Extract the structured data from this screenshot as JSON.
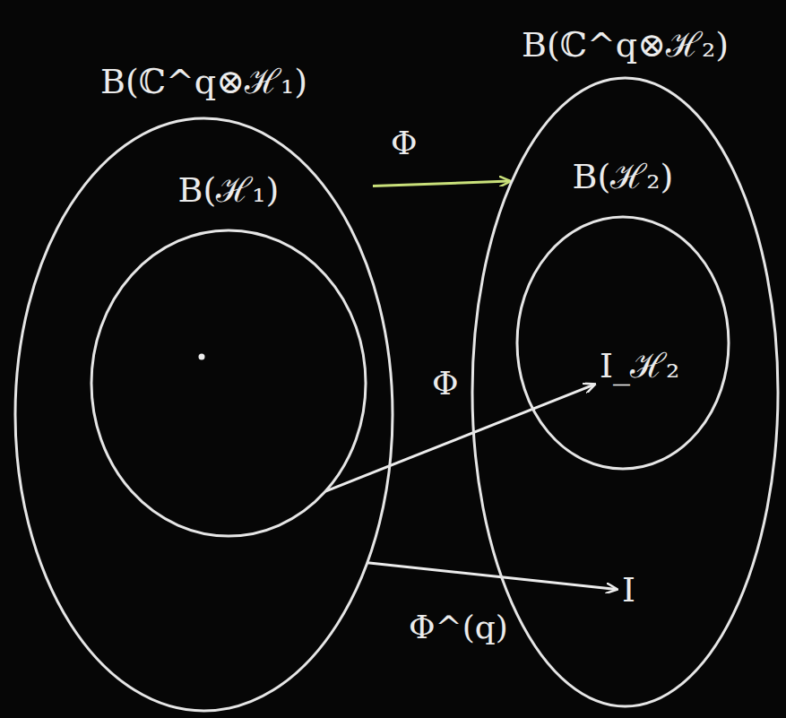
{
  "diagram": {
    "nodes": [
      {
        "text": [
          "B(ℂ^q⊗ℋ₁)"
        ]
      },
      {
        "text": [
          "B(ℋ₁)"
        ],
        "in": 0
      },
      {
        "text": [
          "B(ℂ^q⊗ℋ₂)"
        ]
      },
      {
        "text": [
          "B(ℋ₂)"
        ],
        "in": 2
      },
      {
        "text": [
          "I_ℋ₂"
        ],
        "in": 3
      },
      {
        "text": [
          "I"
        ],
        "in": 2
      }
    ],
    "edges": [
      {
        "from": 1,
        "to": 3,
        "label": "Φ",
        "arrow": "to"
      },
      {
        "from": 1,
        "to": 4,
        "label": "Φ",
        "arrow": "to"
      },
      {
        "from": 0,
        "to": 5,
        "label": "Φ^(q)",
        "arrow": "to"
      }
    ]
  }
}
